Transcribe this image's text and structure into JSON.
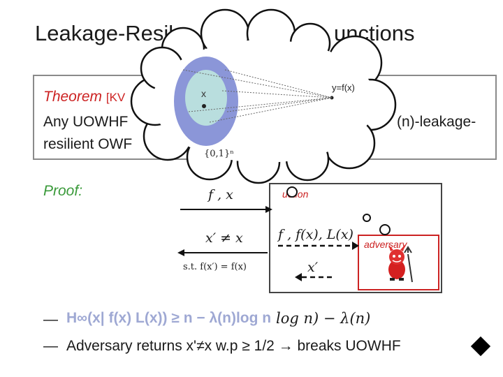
{
  "title": {
    "left": "Leakage-Resil",
    "right": "unctions"
  },
  "theorem": {
    "heading": "Theorem",
    "cite": "[KV",
    "line1_left": "Any UOWHF",
    "line1_right": "(n)-leakage-",
    "line2_left": "resilient OWF"
  },
  "cloud": {
    "x_label": "x",
    "y_label": "y=f(x)",
    "domain_label": "{0,1}ⁿ"
  },
  "proof": {
    "label": "Proof:",
    "reduction_label": "uction",
    "inputs": "f , x",
    "output": "x′ ≠ x",
    "condition": "s.t. f(x′) = f(x)",
    "to_adversary": "f , f(x), L(x)",
    "from_adversary": "x′",
    "adversary_label": "adversary"
  },
  "bullets": {
    "first_dash": "—",
    "first_text": "H∞(x| f(x) L(x)) ≥ n − λ(n)log n",
    "first_overlay": "log n) − λ(n)",
    "second_dash": "—",
    "second_text": "Adversary returns x'≠x w.p ≥ 1/2 → breaks UOWHF"
  },
  "colors": {
    "theorem_red": "#cc2222",
    "proof_green": "#3a9a3a",
    "ellipse_outer": "#8b96d8",
    "ellipse_inner": "#b9dede",
    "bullet_blue": "#2b3fa0"
  }
}
